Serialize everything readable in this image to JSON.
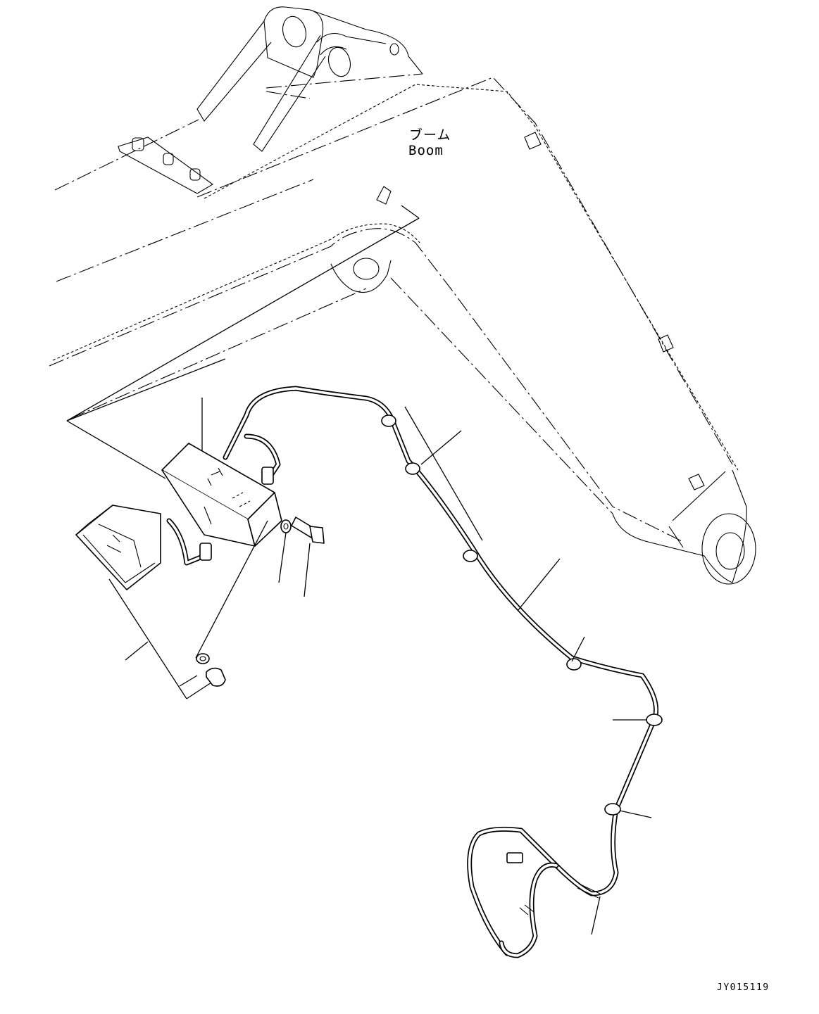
{
  "labels": {
    "boom_jp": "ブーム",
    "boom_en": "Boom",
    "drawing_number": "JY015119"
  },
  "colors": {
    "line": "#000000",
    "background": "#ffffff"
  }
}
